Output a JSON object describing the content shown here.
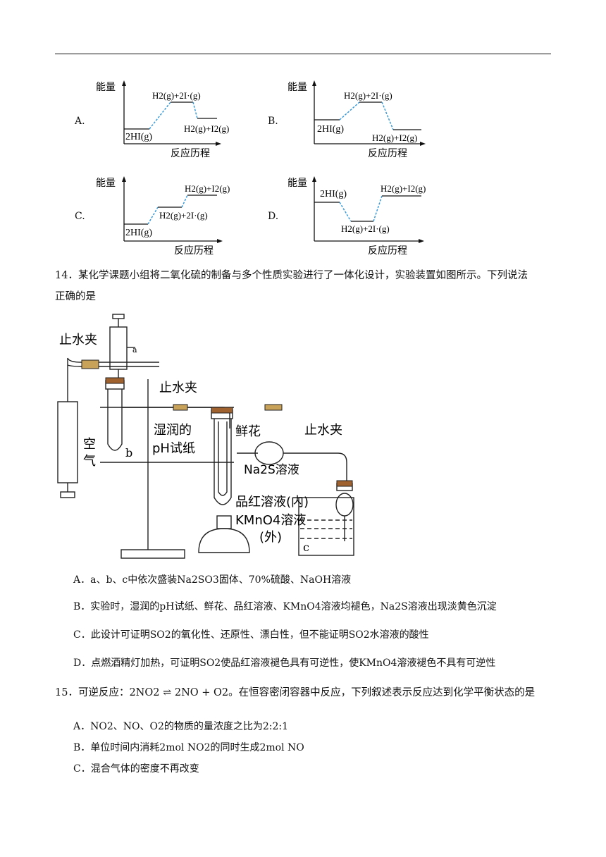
{
  "q13_options": {
    "A": {
      "letter": "A.",
      "axis_y": "能量",
      "axis_x": "反应历程",
      "start": "2HI(g)",
      "mid": "H2(g)+2I·(g)",
      "end": "H2(g)+I2(g)"
    },
    "B": {
      "letter": "B.",
      "axis_y": "能量",
      "axis_x": "反应历程",
      "start": "2HI(g)",
      "mid": "H2(g)+2I·(g)",
      "end": "H2(g)+I2(g)"
    },
    "C": {
      "letter": "C.",
      "axis_y": "能量",
      "axis_x": "反应历程",
      "start": "2HI(g)",
      "mid": "H2(g)+2I·(g)",
      "end": "H2(g)+I2(g)"
    },
    "D": {
      "letter": "D.",
      "axis_y": "能量",
      "axis_x": "反应历程",
      "start": "2HI(g)",
      "mid": "H2(g)+2I·(g)",
      "end": "H2(g)+I2(g)"
    }
  },
  "q14": {
    "number": "14．",
    "stem_line1": "某化学课题小组将二氧化硫的制备与多个性质实验进行了一体化设计，实验装置如图所示。下列说法",
    "stem_line2": "正确的是",
    "apparatus_labels": {
      "clamp1": "止水夹",
      "syringe_a": "a",
      "air": "空气",
      "b": "b",
      "clamp2": "止水夹",
      "wet_ph_1": "湿润的",
      "wet_ph_2": "pH试纸",
      "flower": "鲜花",
      "na2s": "Na2S溶液",
      "clamp3": "止水夹",
      "pinhong": "品红溶液(内)",
      "kmno4": "KMnO4溶液",
      "outer": "(外)",
      "c": "c"
    },
    "options": [
      {
        "letter": "A．",
        "text": "a、b、c中依次盛装Na2SO3固体、70%硫酸、NaOH溶液"
      },
      {
        "letter": "B．",
        "text": "实验时，湿润的pH试纸、鲜花、品红溶液、KMnO4溶液均褪色，Na2S溶液出现淡黄色沉淀"
      },
      {
        "letter": "C．",
        "text": "此设计可证明SO2的氧化性、还原性、漂白性，但不能证明SO2水溶液的酸性"
      },
      {
        "letter": "D．",
        "text": "点燃酒精灯加热，可证明SO2使品红溶液褪色具有可逆性，使KMnO4溶液褪色不具有可逆性"
      }
    ]
  },
  "q15": {
    "number": "15．",
    "stem_prefix": "可逆反应：",
    "reaction": "2NO2 ⇌ 2NO + O2",
    "stem_suffix": "。在恒容密闭容器中反应，下列叙述表示反应达到化学平衡状态的是",
    "options": [
      {
        "letter": "A．",
        "text": "NO2、NO、O2的物质的量浓度之比为2:2:1"
      },
      {
        "letter": "B．",
        "text": "单位时间内消耗2mol NO2的同时生成2mol NO"
      },
      {
        "letter": "C．",
        "text": "混合气体的密度不再改变"
      }
    ]
  }
}
